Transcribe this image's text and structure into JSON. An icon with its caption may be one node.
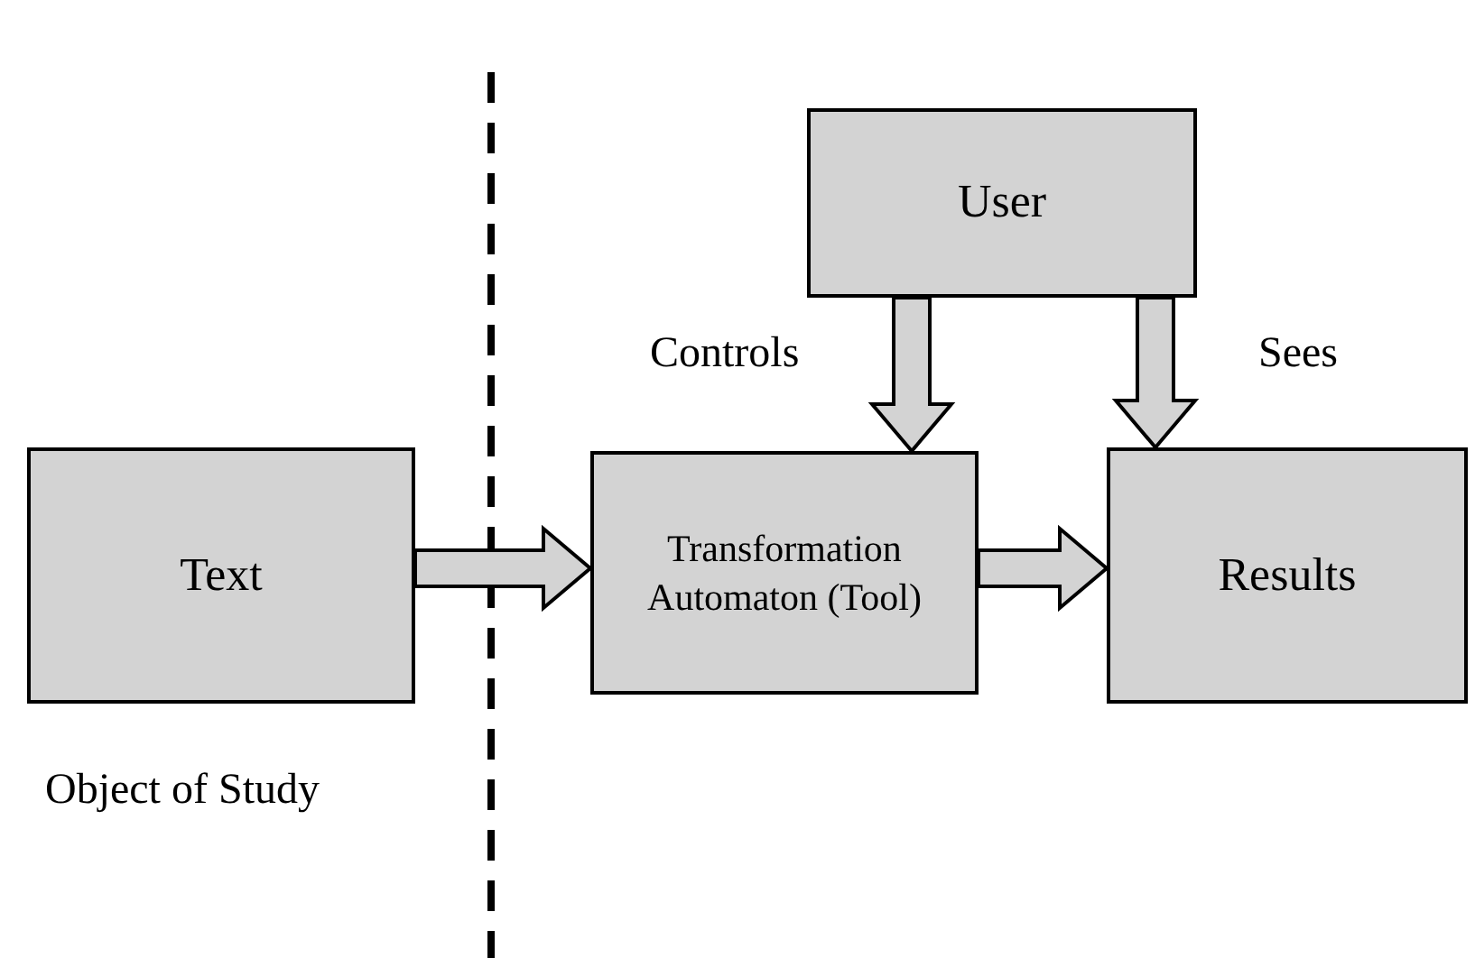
{
  "diagram": {
    "nodes": [
      {
        "text": [
          "Text"
        ]
      },
      {
        "text": [
          "Transformation Automaton (Tool)"
        ]
      },
      {
        "text": [
          "Results"
        ]
      },
      {
        "text": [
          "User"
        ]
      }
    ],
    "edges": [
      {
        "from": 0,
        "to": 1,
        "arrow": "to"
      },
      {
        "from": 1,
        "to": 2,
        "arrow": "to"
      },
      {
        "from": 3,
        "to": 1,
        "arrow": "to",
        "label": "Controls"
      },
      {
        "from": 3,
        "to": 2,
        "arrow": "to",
        "label": "Sees"
      }
    ],
    "labels": [
      "Object of Study"
    ]
  }
}
